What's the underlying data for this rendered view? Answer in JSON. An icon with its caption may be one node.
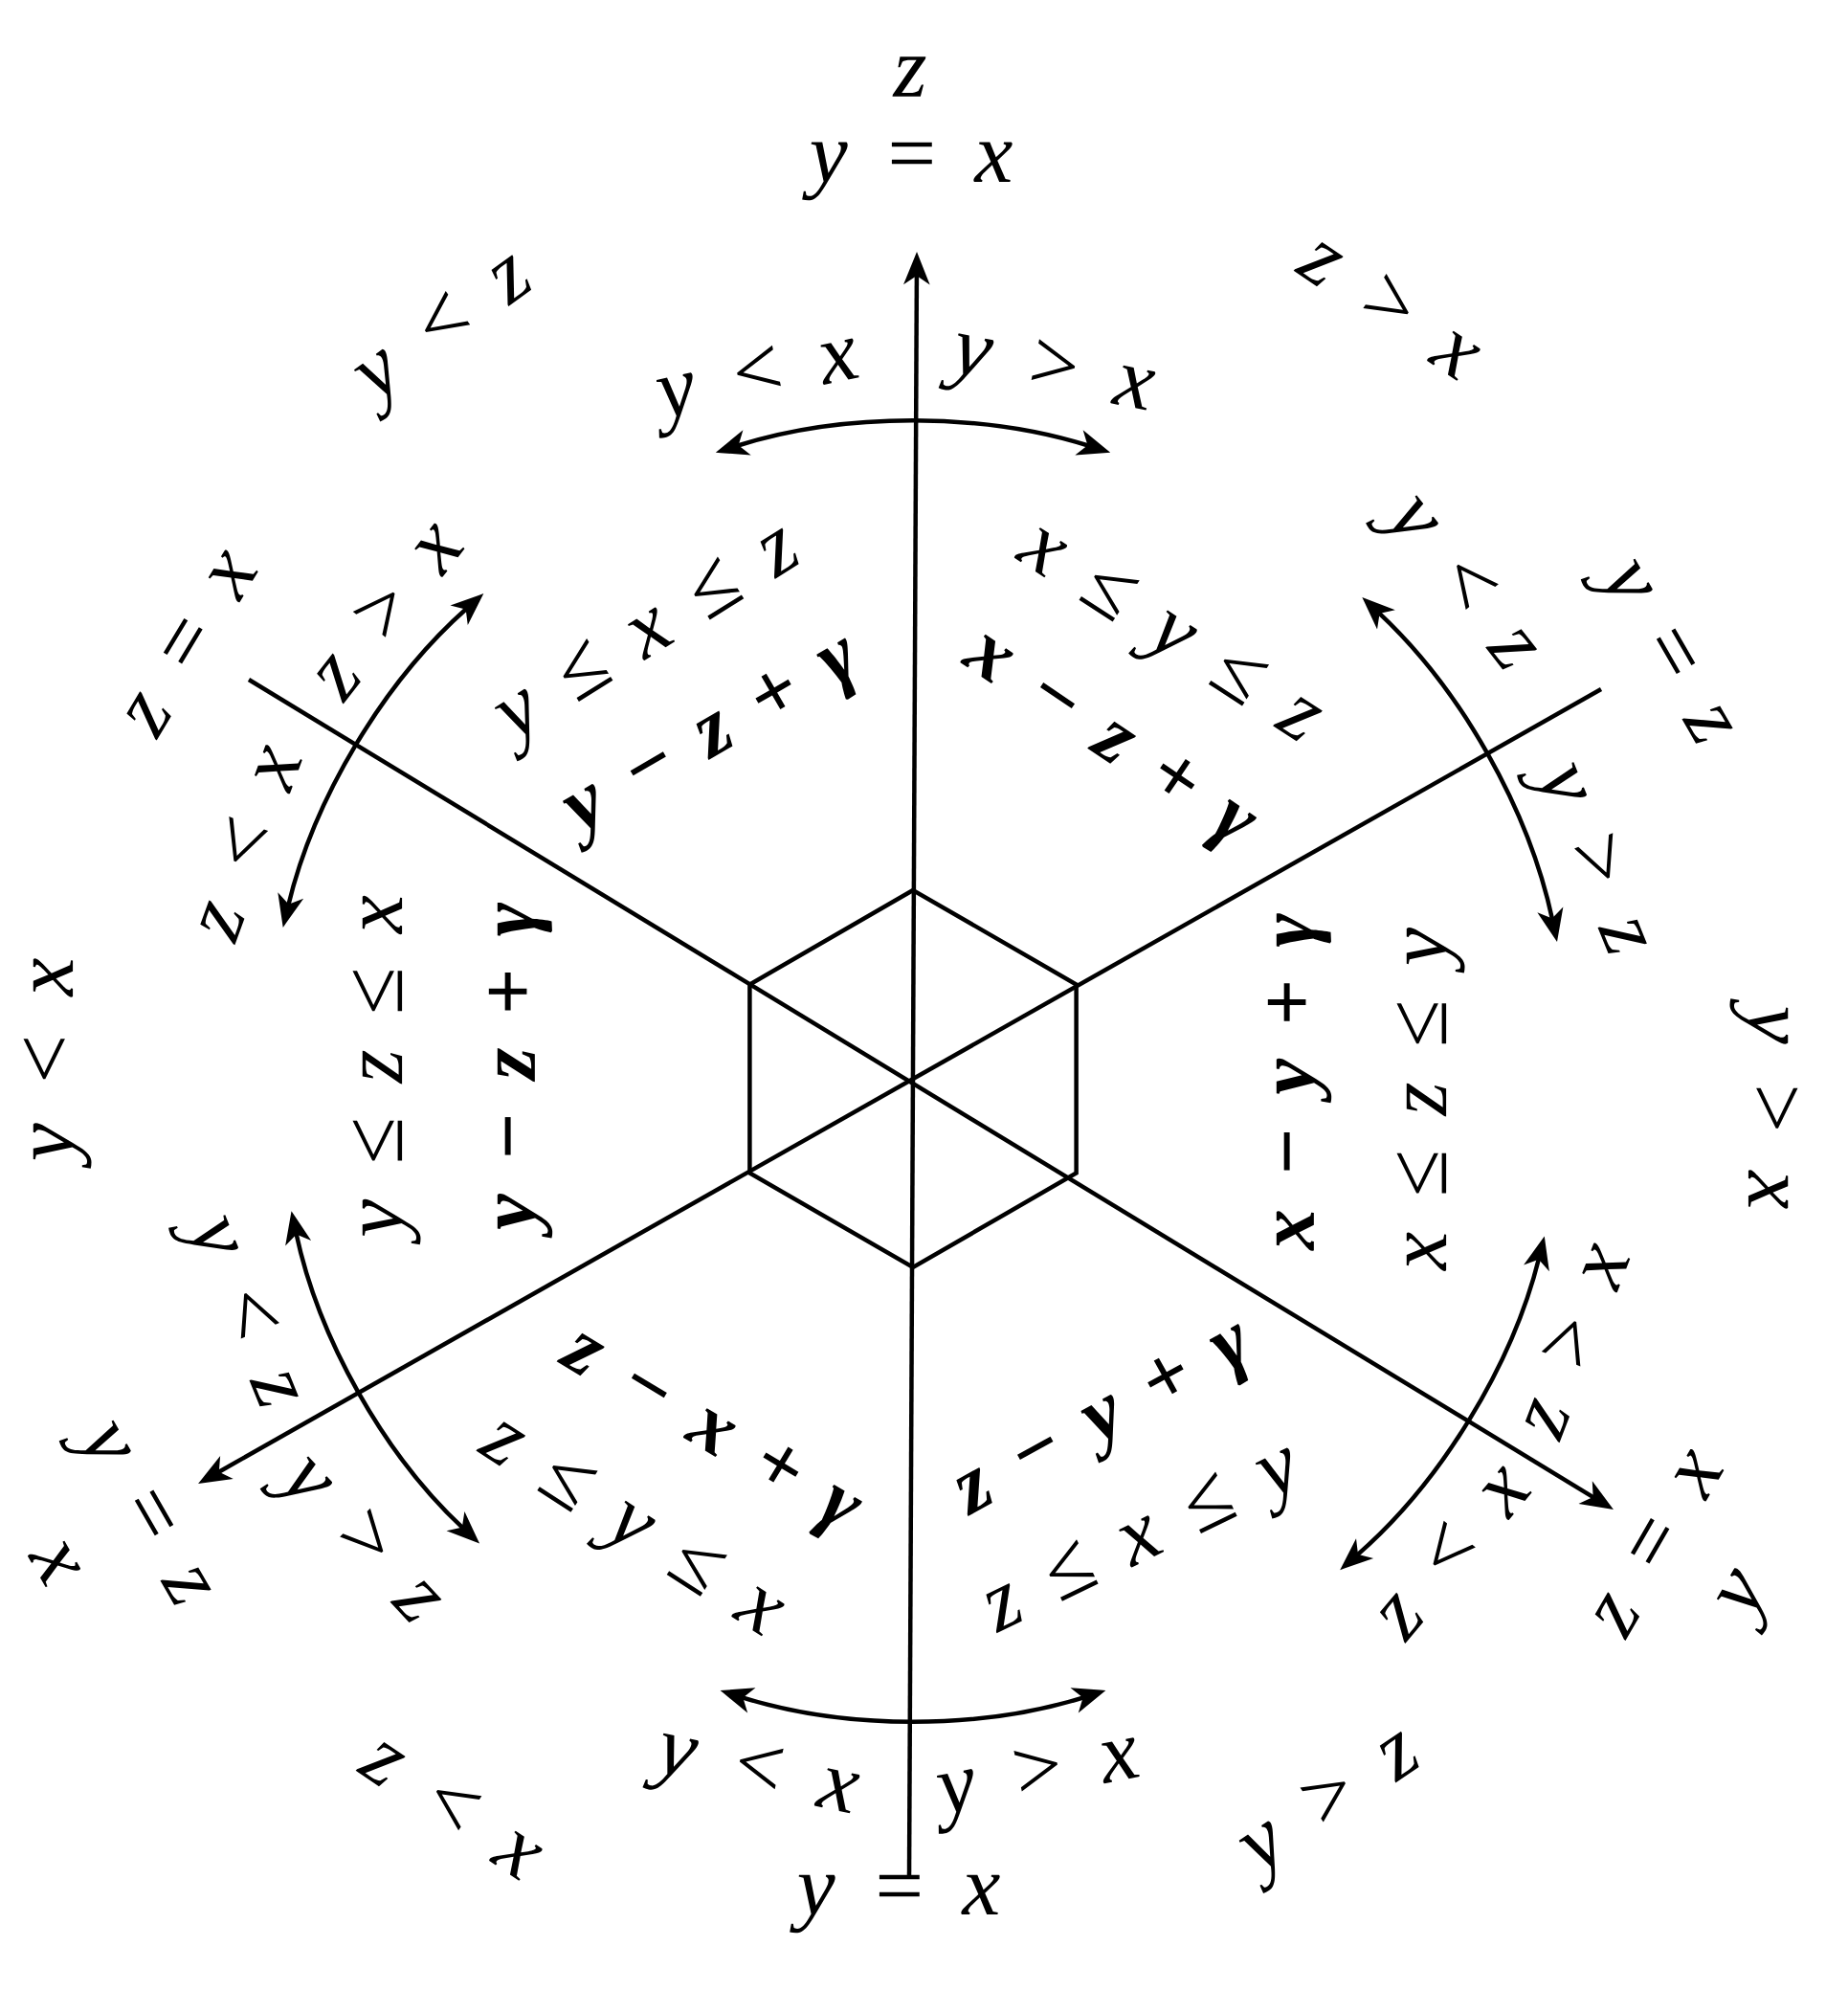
{
  "diagram": {
    "nodes": [
      {
        "text": [],
        "shape": "hexagon"
      }
    ],
    "labels": [
      "z",
      "y = x",
      "y < z",
      "y < x",
      "y > x",
      "z > x",
      "z = x",
      "z > x",
      "y ≤ x ≤ z",
      "x ≤ y ≤ z",
      "y < z",
      "y = z",
      "z < x",
      "y − z + γ",
      "x − z + γ",
      "y > z",
      "y < x",
      "y ≤ z ≤ x",
      "y − z + γ",
      "x − y + γ",
      "x ≤ z ≤ y",
      "y > x",
      "y < z",
      "z − x + γ",
      "z − y + γ",
      "z > x",
      "x",
      "y = z",
      "y > z",
      "z ≤ y ≤ x",
      "z ≤ x ≤ y",
      "z < x",
      "z = x",
      "y",
      "z < x",
      "y < x",
      "y > x",
      "y > z",
      "y = x"
    ]
  }
}
